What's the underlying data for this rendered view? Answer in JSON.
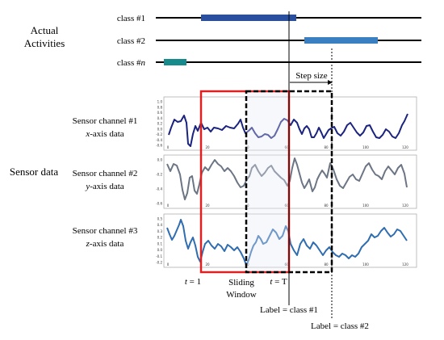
{
  "activities": {
    "heading_line1": "Actual",
    "heading_line2": "Activities",
    "rows": [
      {
        "label_text": "class #1",
        "label_italic": "",
        "color": "#2a4f9e"
      },
      {
        "label_text": "class #2",
        "label_italic": "",
        "color": "#3a7fc1"
      },
      {
        "label_text": "class #",
        "label_italic": "n",
        "color": "#178b8b"
      }
    ]
  },
  "step_size_label": "Step size",
  "sensor_heading": "Sensor data",
  "channels": [
    {
      "name": "Sensor channel #1",
      "axis_var": "x",
      "axis_rest": "-axis data",
      "line_color": "#1a237e",
      "y_ticks": [
        "1.0",
        "0.8",
        "0.6",
        "0.4",
        "0.2",
        "0.0",
        "-0.2",
        "-0.4",
        "-0.6"
      ],
      "x_ticks": [
        "0",
        "20",
        "40",
        "60",
        "80",
        "100",
        "120"
      ]
    },
    {
      "name": "Sensor channel #2",
      "axis_var": "y",
      "axis_rest": "-axis data",
      "line_color": "#6b7584",
      "y_ticks": [
        "0.0",
        "-0.2",
        "-0.4",
        "-0.6"
      ],
      "x_ticks": [
        "0",
        "20",
        "40",
        "60",
        "80",
        "100",
        "120"
      ]
    },
    {
      "name": "Sensor channel #3",
      "axis_var": "z",
      "axis_rest": "-axis data",
      "line_color": "#2f6db0",
      "y_ticks": [
        "0.5",
        "0.4",
        "0.3",
        "0.2",
        "0.1",
        "0.0",
        "-0.1",
        "-0.2"
      ],
      "x_ticks": [
        "0",
        "20",
        "40",
        "60",
        "80",
        "100",
        "120"
      ]
    }
  ],
  "window_labels": {
    "t_start_var": "t",
    "t_start_rest": " = 1",
    "sliding_line1": "Sliding",
    "sliding_line2": "Window",
    "t_end_var": "t",
    "t_end_rest": " = T"
  },
  "label_1": "Label = class #1",
  "label_2": "Label = class #2",
  "colors": {
    "window": "#e02020",
    "next_window": "#000000",
    "activity_line": "#000000"
  }
}
